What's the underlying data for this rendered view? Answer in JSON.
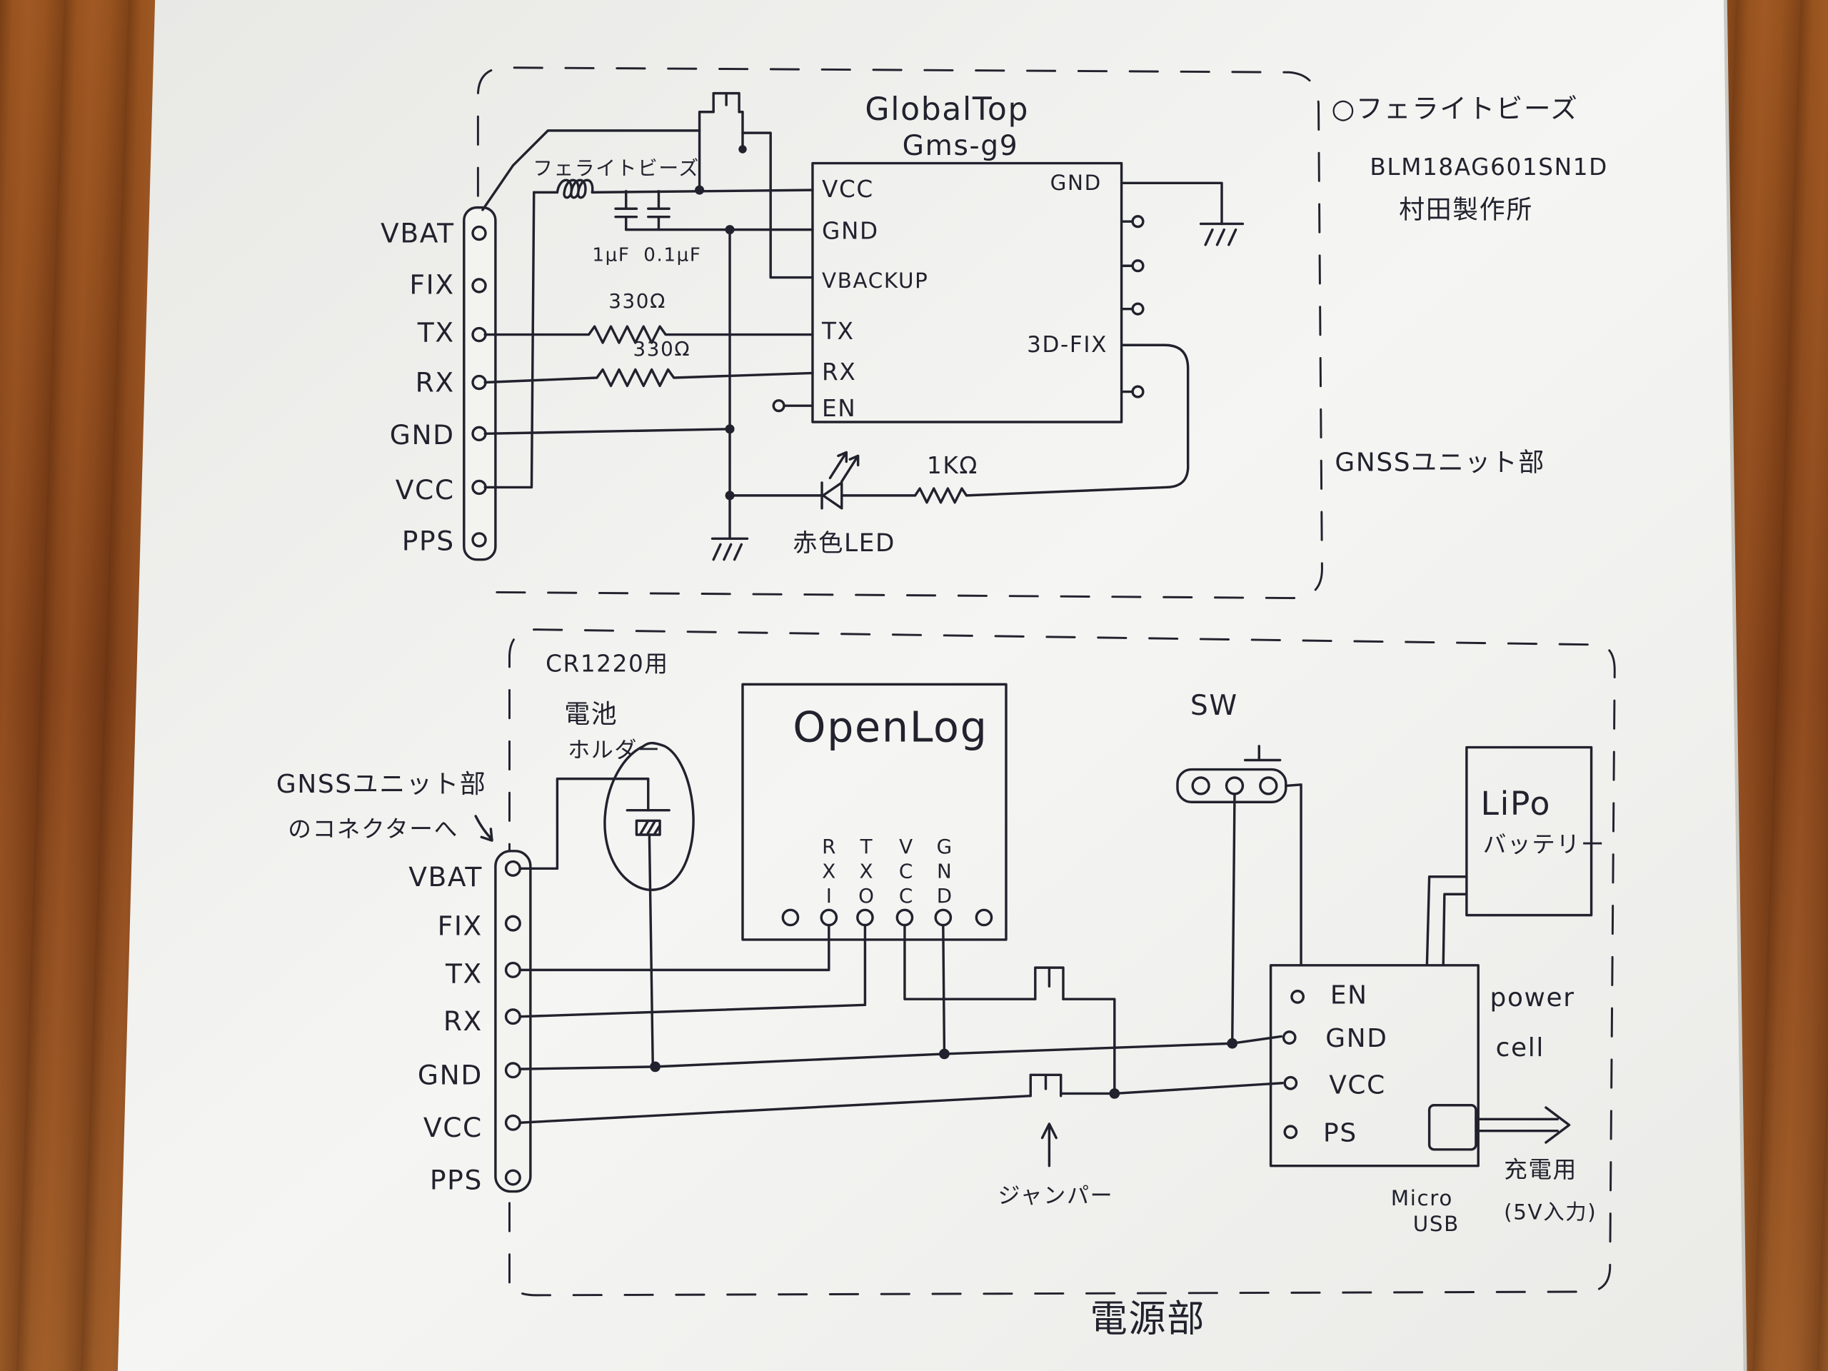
{
  "colors": {
    "ink": "#22222e",
    "paper": "#f3f3f0",
    "wood": "#8d4a1c"
  },
  "gnss_unit": {
    "module": {
      "maker": "GlobalTop",
      "model": "Gms-g9",
      "pins_left": [
        "VCC",
        "GND",
        "VBACKUP",
        "TX",
        "RX",
        "EN"
      ],
      "pin_gnd": "GND",
      "pin_3d_fix": "3D-FIX"
    },
    "connector_pins": [
      "VBAT",
      "FIX",
      "TX",
      "RX",
      "GND",
      "VCC",
      "PPS"
    ],
    "ferrite_label": "フェライトビーズ",
    "capacitors": [
      "1μF",
      "0.1μF"
    ],
    "resistor_tx": "330Ω",
    "resistor_rx": "330Ω",
    "led_resistor": "1KΩ",
    "led_label": "赤色LED",
    "notes": {
      "ferrite": "○フェライトビーズ",
      "part_number": "BLM18AG601SN1D",
      "maker": "村田製作所"
    },
    "section_label": "GNSSユニット部"
  },
  "power_unit": {
    "battery_holder": [
      "CR1220用",
      "電池",
      "ホルダー"
    ],
    "connector_note": [
      "GNSSユニット部",
      "のコネクターへ"
    ],
    "connector_pins": [
      "VBAT",
      "FIX",
      "TX",
      "RX",
      "GND",
      "VCC",
      "PPS"
    ],
    "openlog": {
      "title": "OpenLog",
      "pins": [
        "RXI",
        "TXO",
        "VCC",
        "GND"
      ]
    },
    "switch_label": "SW",
    "battery": [
      "LiPo",
      "バッテリー"
    ],
    "power_cell": {
      "title": [
        "power",
        "cell"
      ],
      "pins": [
        "EN",
        "GND",
        "VCC",
        "PS"
      ]
    },
    "usb": [
      "Micro",
      "USB"
    ],
    "charge": [
      "充電用",
      "(5V入力)"
    ],
    "jumper_label": "ジャンパー",
    "section_label": "電源部"
  }
}
